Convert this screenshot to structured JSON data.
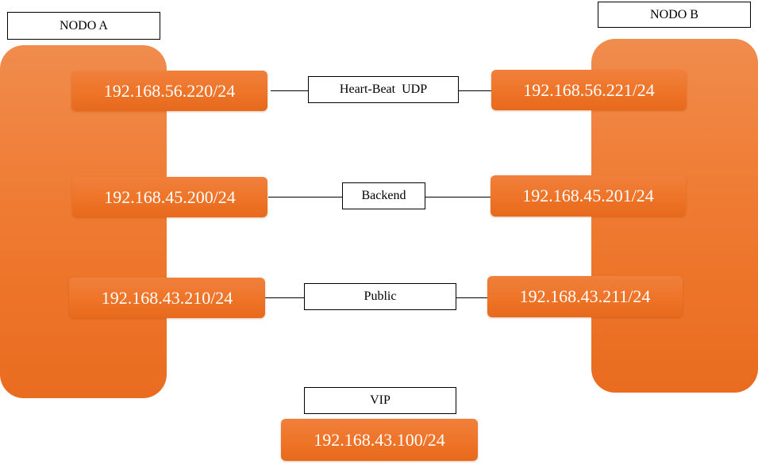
{
  "node_a": {
    "title": "NODO A"
  },
  "node_b": {
    "title": "NODO B"
  },
  "links": [
    {
      "label": "Heart-Beat  UDP",
      "ip_a": "192.168.56.220/24",
      "ip_b": "192.168.56.221/24"
    },
    {
      "label": "Backend",
      "ip_a": "192.168.45.200/24",
      "ip_b": "192.168.45.201/24"
    },
    {
      "label": "Public",
      "ip_a": "192.168.43.210/24",
      "ip_b": "192.168.43.211/24"
    }
  ],
  "vip": {
    "label": "VIP",
    "ip": "192.168.43.100/24"
  },
  "colors": {
    "node_orange": "#ef7b32",
    "line": "#000000",
    "text_on_orange": "#ffffff"
  }
}
